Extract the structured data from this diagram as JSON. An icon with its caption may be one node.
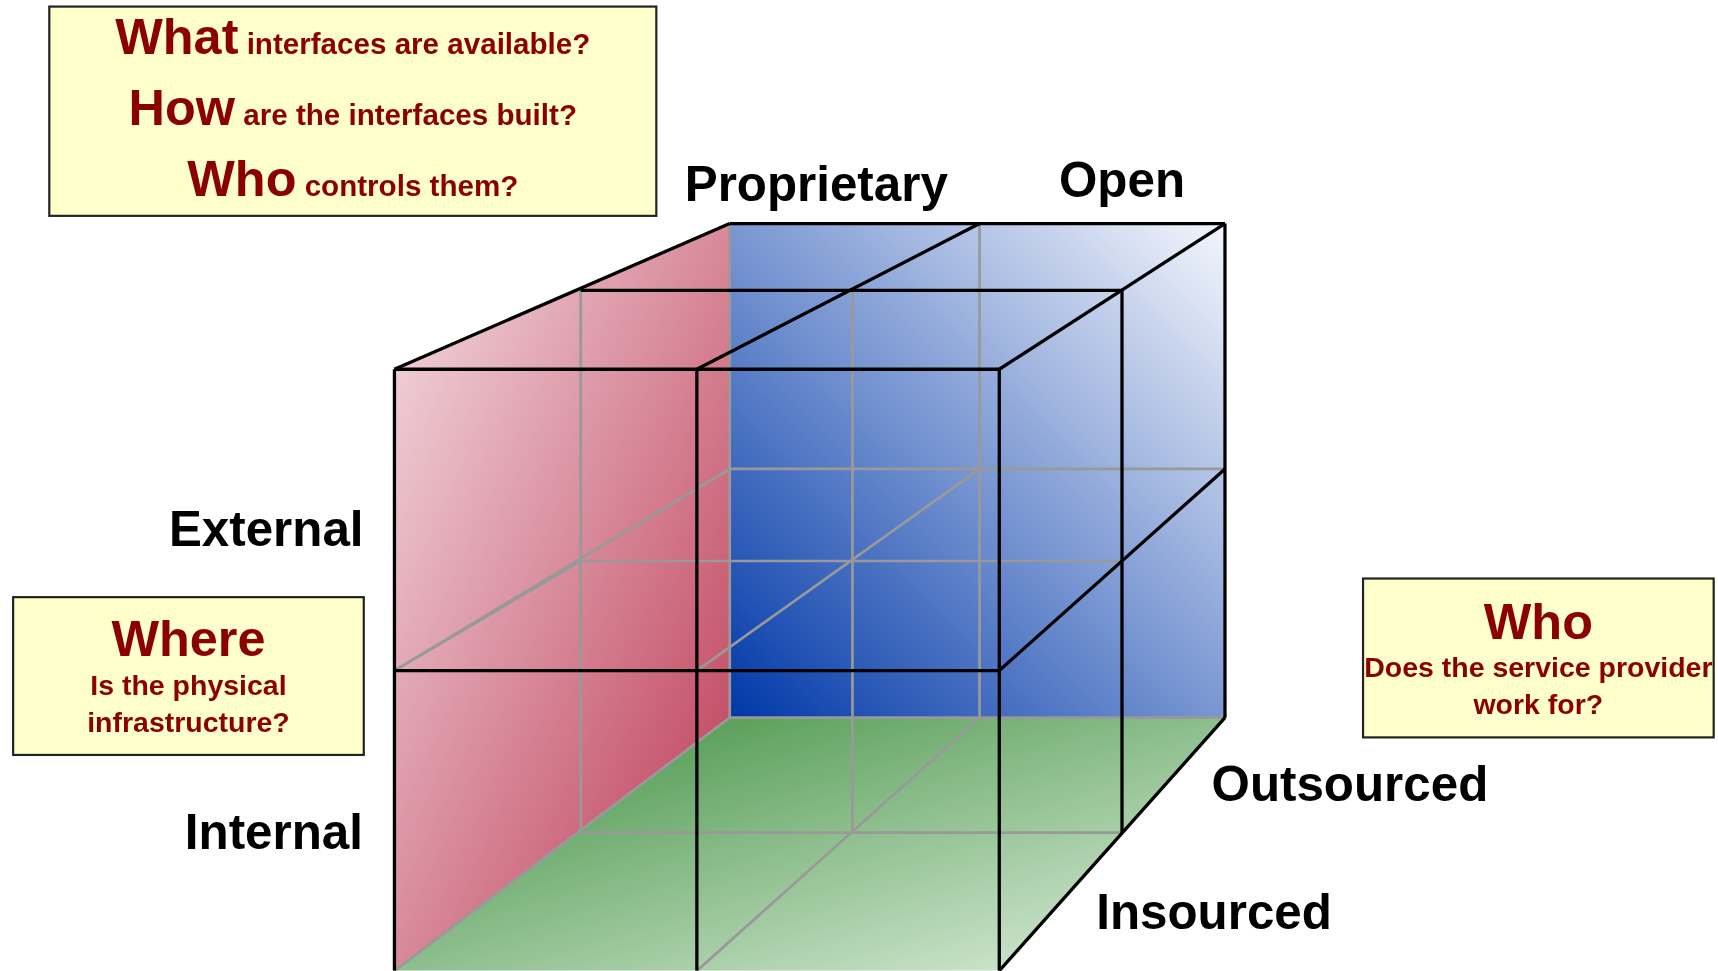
{
  "diagram": {
    "nodes": [
      {
        "text": [
          "What interfaces are available?",
          "How are the interfaces built?",
          "Who controls them?"
        ]
      },
      {
        "text": [
          "Where",
          "Is the physical infrastructure?"
        ]
      },
      {
        "text": [
          "Who",
          "Does the service provider work for?"
        ]
      }
    ],
    "labels": [
      "Proprietary",
      "Open",
      "External",
      "Internal",
      "Outsourced",
      "Insourced"
    ]
  }
}
